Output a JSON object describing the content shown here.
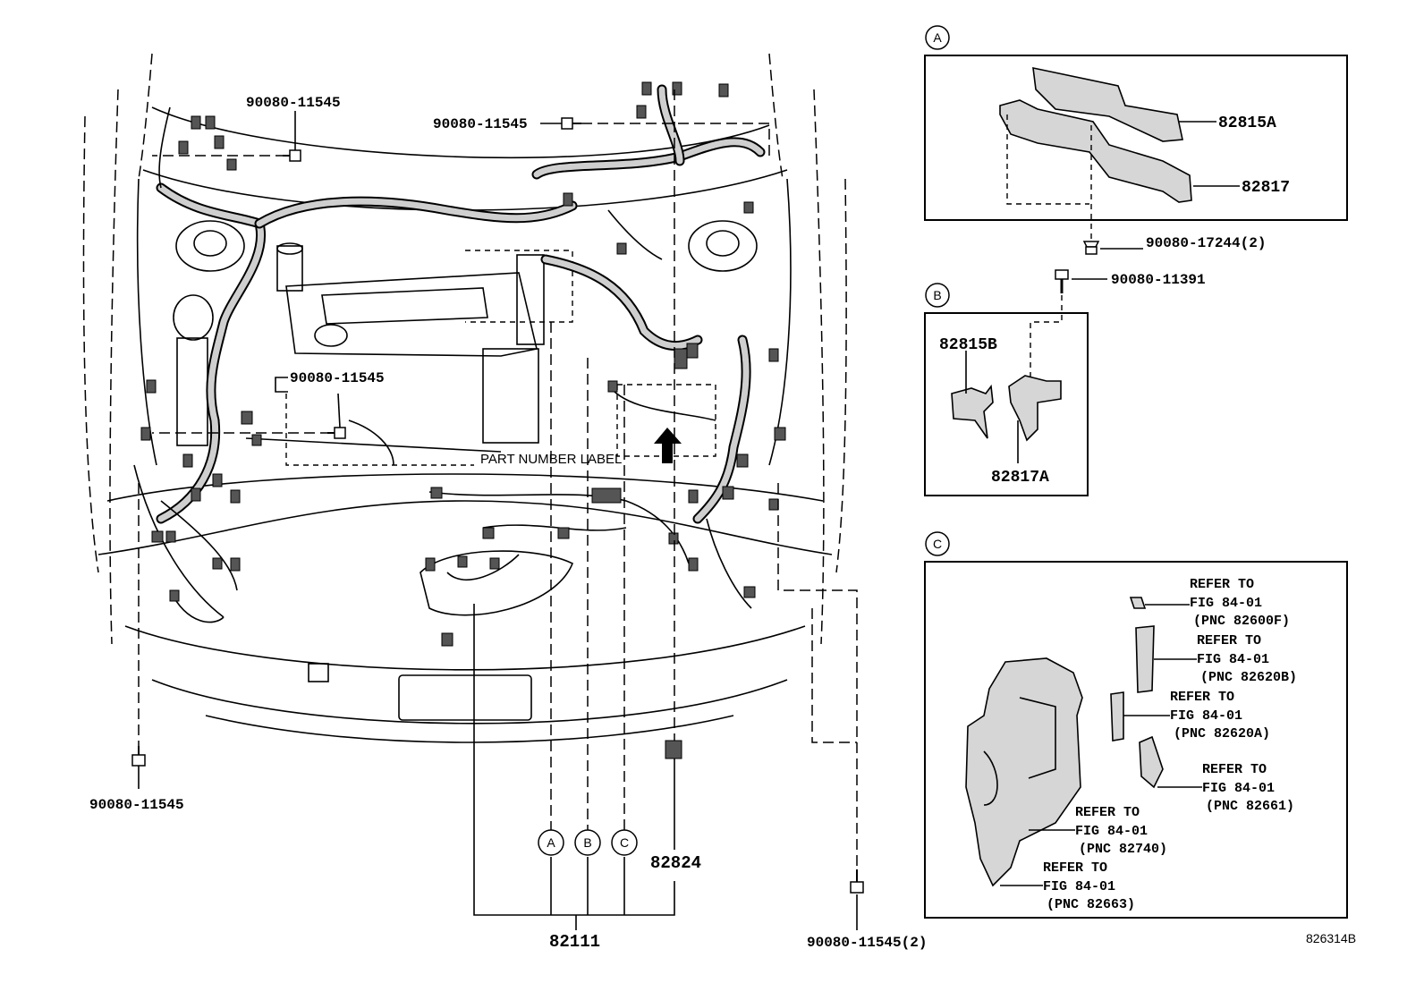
{
  "labels": {
    "bolt_top_left": "90080-11545",
    "bolt_top_center": "90080-11545",
    "bolt_mid_left": "90080-11545",
    "bolt_bottom_left": "90080-11545",
    "bolt_bottom_right": "90080-11545(2)",
    "part_number_label": "PART NUMBER LABEL",
    "main_harness": "82111",
    "protector": "82824",
    "ref_a": "A",
    "ref_b": "B",
    "ref_c": "C",
    "diagram_id": "826314B"
  },
  "detail_a": {
    "tag": "A",
    "parts": [
      "82815A",
      "82817"
    ],
    "clip_below": "90080-17244(2)"
  },
  "detail_b": {
    "tag": "B",
    "bolt_above": "90080-11391",
    "parts": [
      "82815B",
      "82817A"
    ]
  },
  "detail_c": {
    "tag": "C",
    "references": [
      {
        "line1": "REFER TO",
        "line2": "FIG 84-01",
        "line3": "(PNC 82600F)"
      },
      {
        "line1": "REFER TO",
        "line2": "FIG 84-01",
        "line3": "(PNC 82620B)"
      },
      {
        "line1": "REFER TO",
        "line2": "FIG 84-01",
        "line3": "(PNC 82620A)"
      },
      {
        "line1": "REFER TO",
        "line2": "FIG 84-01",
        "line3": "(PNC 82661)"
      },
      {
        "line1": "REFER TO",
        "line2": "FIG 84-01",
        "line3": "(PNC 82740)"
      },
      {
        "line1": "REFER TO",
        "line2": "FIG 84-01",
        "line3": "(PNC 82663)"
      }
    ]
  }
}
